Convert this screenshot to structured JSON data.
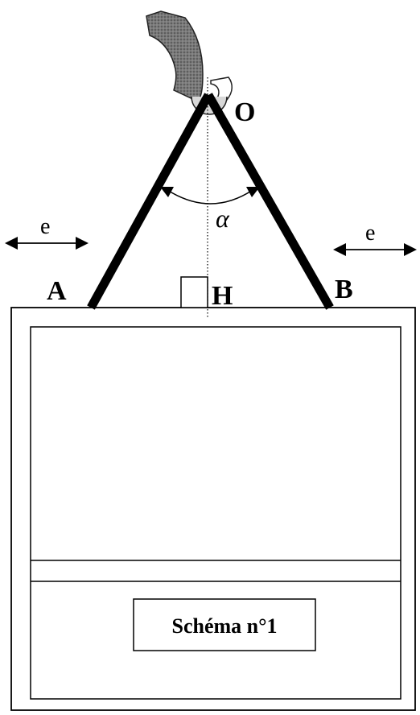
{
  "labels": {
    "O": "O",
    "A": "A",
    "B": "B",
    "H": "H",
    "alpha": "α",
    "e_left": "e",
    "e_right": "e"
  },
  "caption": "Schéma n°1",
  "colors": {
    "ink": "#000000",
    "handle": "#6b6b6b",
    "background": "#ffffff"
  },
  "icons": {
    "double_arrow": "double-headed-arrow",
    "angle_arc": "angle-arc-with-arrowheads",
    "right_angle": "right-angle-square"
  }
}
